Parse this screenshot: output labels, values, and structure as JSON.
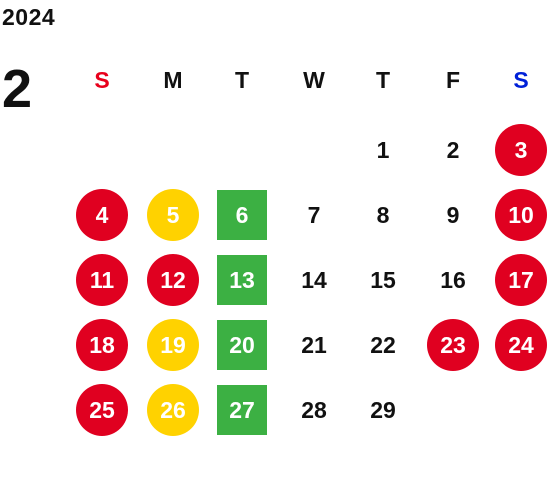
{
  "calendar": {
    "year": "2024",
    "month": "2",
    "weekdays": [
      {
        "label": "S",
        "color": "#e8001c"
      },
      {
        "label": "M",
        "color": "#111111"
      },
      {
        "label": "T",
        "color": "#111111"
      },
      {
        "label": "W",
        "color": "#111111"
      },
      {
        "label": "T",
        "color": "#111111"
      },
      {
        "label": "F",
        "color": "#111111"
      },
      {
        "label": "S",
        "color": "#0020d8"
      }
    ],
    "colors": {
      "red": "#e00020",
      "yellow": "#ffd200",
      "green": "#3cb043",
      "text": "#111111"
    },
    "days": [
      {
        "n": "1",
        "style": "plain"
      },
      {
        "n": "2",
        "style": "plain"
      },
      {
        "n": "3",
        "style": "red"
      },
      {
        "n": "4",
        "style": "red"
      },
      {
        "n": "5",
        "style": "yellow"
      },
      {
        "n": "6",
        "style": "green"
      },
      {
        "n": "7",
        "style": "plain"
      },
      {
        "n": "8",
        "style": "plain"
      },
      {
        "n": "9",
        "style": "plain"
      },
      {
        "n": "10",
        "style": "red"
      },
      {
        "n": "11",
        "style": "red"
      },
      {
        "n": "12",
        "style": "red"
      },
      {
        "n": "13",
        "style": "green"
      },
      {
        "n": "14",
        "style": "plain"
      },
      {
        "n": "15",
        "style": "plain"
      },
      {
        "n": "16",
        "style": "plain"
      },
      {
        "n": "17",
        "style": "red"
      },
      {
        "n": "18",
        "style": "red"
      },
      {
        "n": "19",
        "style": "yellow"
      },
      {
        "n": "20",
        "style": "green"
      },
      {
        "n": "21",
        "style": "plain"
      },
      {
        "n": "22",
        "style": "plain"
      },
      {
        "n": "23",
        "style": "red"
      },
      {
        "n": "24",
        "style": "red"
      },
      {
        "n": "25",
        "style": "red"
      },
      {
        "n": "26",
        "style": "yellow"
      },
      {
        "n": "27",
        "style": "green"
      },
      {
        "n": "28",
        "style": "plain"
      },
      {
        "n": "29",
        "style": "plain"
      }
    ]
  }
}
